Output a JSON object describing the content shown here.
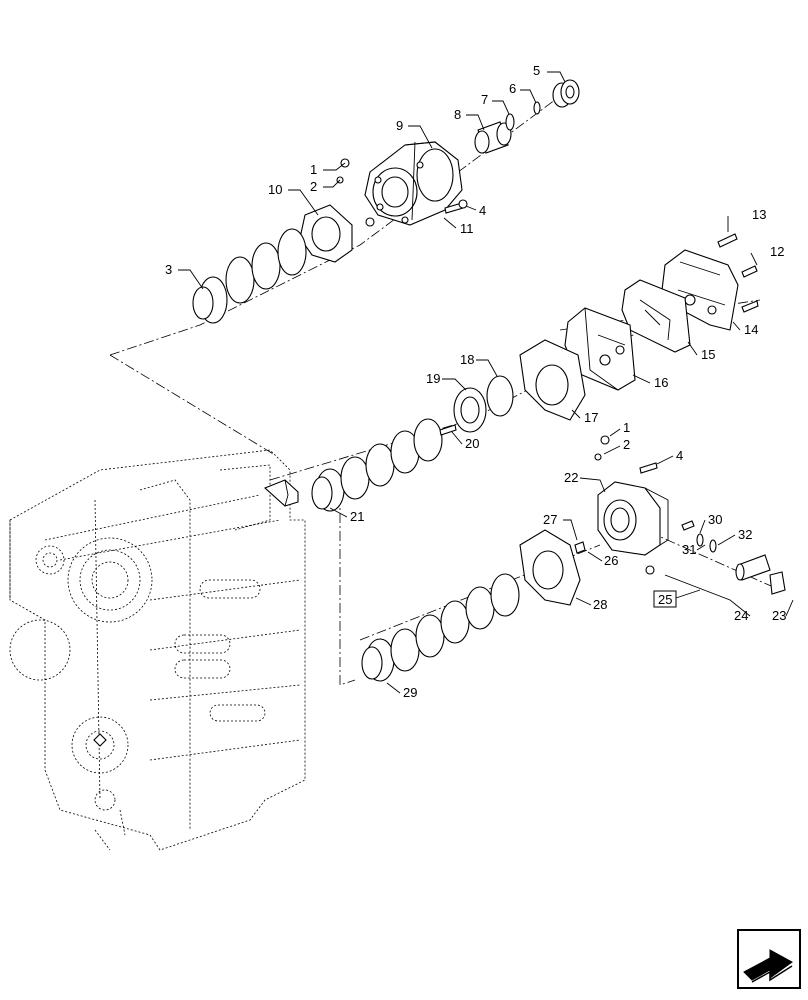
{
  "callouts": [
    {
      "id": "c1a",
      "text": "1"
    },
    {
      "id": "c2a",
      "text": "2"
    },
    {
      "id": "c3",
      "text": "3"
    },
    {
      "id": "c4a",
      "text": "4"
    },
    {
      "id": "c5",
      "text": "5"
    },
    {
      "id": "c6",
      "text": "6"
    },
    {
      "id": "c7",
      "text": "7"
    },
    {
      "id": "c8",
      "text": "8"
    },
    {
      "id": "c9",
      "text": "9"
    },
    {
      "id": "c10",
      "text": "10"
    },
    {
      "id": "c11",
      "text": "11"
    },
    {
      "id": "c12",
      "text": "12"
    },
    {
      "id": "c13",
      "text": "13"
    },
    {
      "id": "c14",
      "text": "14"
    },
    {
      "id": "c15",
      "text": "15"
    },
    {
      "id": "c16",
      "text": "16"
    },
    {
      "id": "c17",
      "text": "17"
    },
    {
      "id": "c18",
      "text": "18"
    },
    {
      "id": "c19",
      "text": "19"
    },
    {
      "id": "c20",
      "text": "20"
    },
    {
      "id": "c1b",
      "text": "1"
    },
    {
      "id": "c2b",
      "text": "2"
    },
    {
      "id": "c4b",
      "text": "4"
    },
    {
      "id": "c21",
      "text": "21"
    },
    {
      "id": "c22",
      "text": "22"
    },
    {
      "id": "c23",
      "text": "23"
    },
    {
      "id": "c24",
      "text": "24"
    },
    {
      "id": "c25",
      "text": "25"
    },
    {
      "id": "c26",
      "text": "26"
    },
    {
      "id": "c27",
      "text": "27"
    },
    {
      "id": "c28",
      "text": "28"
    },
    {
      "id": "c29",
      "text": "29"
    },
    {
      "id": "c30",
      "text": "30"
    },
    {
      "id": "c31",
      "text": "31"
    },
    {
      "id": "c32",
      "text": "32"
    }
  ],
  "icons": {
    "navigation": "arrow-navigation-icon"
  }
}
